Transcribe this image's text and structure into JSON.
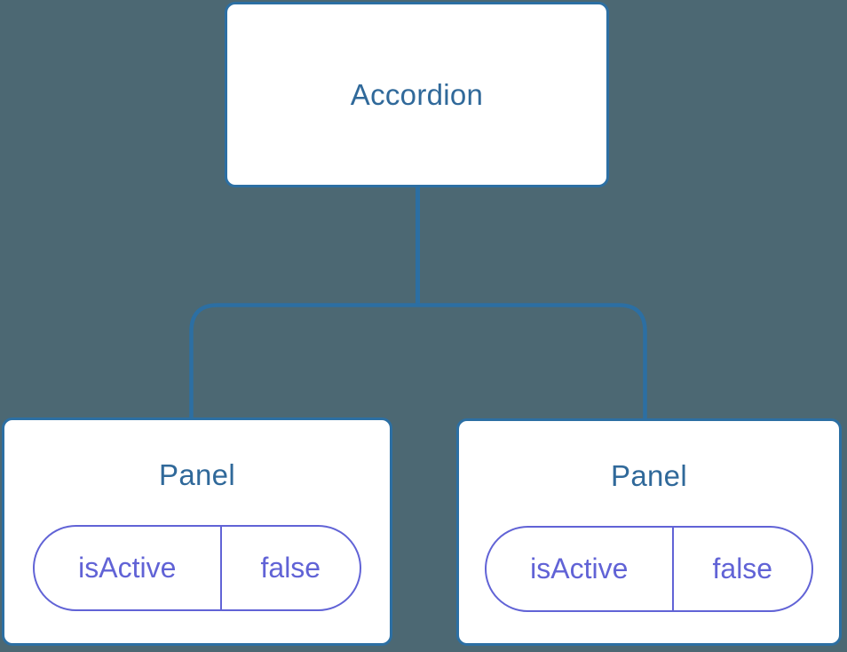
{
  "colors": {
    "bg": "#4C6873",
    "box_fill": "#FFFFFF",
    "box_border": "#2C6FA3",
    "title_text": "#30699A",
    "state_accent": "#6163D6"
  },
  "tree": {
    "root": {
      "label": "Accordion"
    },
    "children": [
      {
        "label": "Panel",
        "state": {
          "name": "isActive",
          "value": "false"
        }
      },
      {
        "label": "Panel",
        "state": {
          "name": "isActive",
          "value": "false"
        }
      }
    ]
  }
}
